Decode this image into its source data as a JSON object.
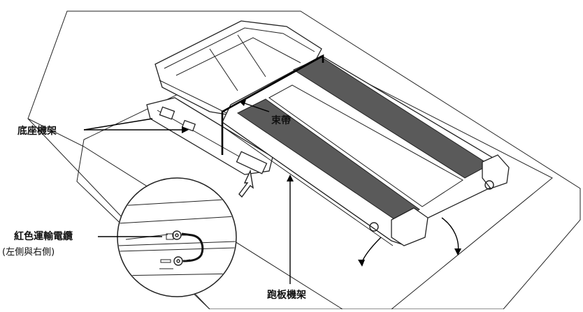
{
  "labels": {
    "base_frame": "底座機架",
    "strap": "束帶",
    "red_cable": "紅色運輸電纜",
    "red_cable_note": "(左側與右側)",
    "deck_frame": "跑板機架"
  }
}
